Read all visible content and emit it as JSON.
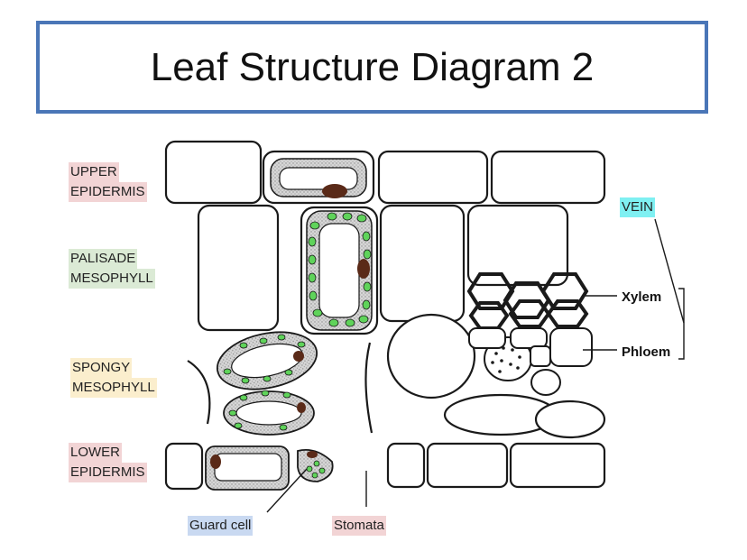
{
  "title": "Leaf Structure Diagram 2",
  "labels": {
    "upper_epidermis": [
      "UPPER",
      "EPIDERMIS"
    ],
    "palisade_mesophyll": [
      "PALISADE",
      "MESOPHYLL"
    ],
    "spongy_mesophyll": [
      "SPONGY",
      "MESOPHYLL"
    ],
    "lower_epidermis": [
      "LOWER",
      "EPIDERMIS"
    ],
    "vein": "VEIN",
    "xylem": "Xylem",
    "phloem": "Phloem",
    "guard_cell": "Guard cell",
    "stomata": "Stomata"
  },
  "colors": {
    "title_border": "#4a76b7",
    "chloroplast": "#5fd35a",
    "nucleus": "#5a2a18",
    "cytoplasm": "#cfcfcf"
  }
}
